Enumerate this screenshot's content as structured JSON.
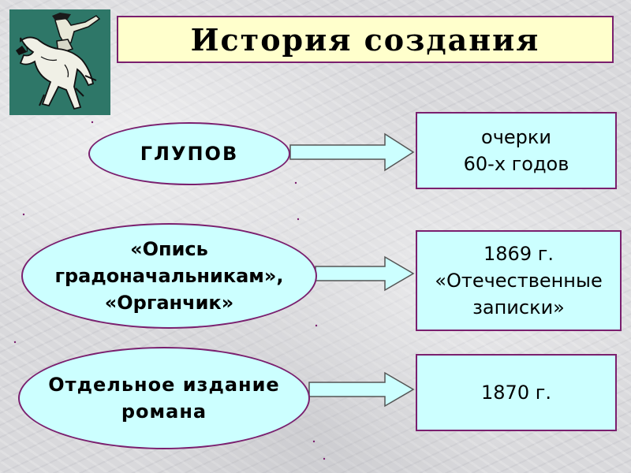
{
  "title": "История создания",
  "colors": {
    "oval_fill": "#ccffff",
    "box_border": "#7a1f6e",
    "title_fill": "#ffffcc",
    "arrow_fill": "#ccffff",
    "illustration_bg": "#2e7768"
  },
  "illustration": {
    "icon": "horse-rider-icon"
  },
  "rows": [
    {
      "source": [
        "ГЛУПОВ"
      ],
      "target": [
        "очерки",
        "60-х годов"
      ]
    },
    {
      "source": [
        "«Опись",
        "градоначальникам»,",
        "«Органчик»"
      ],
      "target": [
        "1869 г.",
        "«Отечественные",
        "записки»"
      ]
    },
    {
      "source": [
        "Отдельное издание",
        "романа"
      ],
      "target": [
        "1870 г."
      ]
    }
  ]
}
